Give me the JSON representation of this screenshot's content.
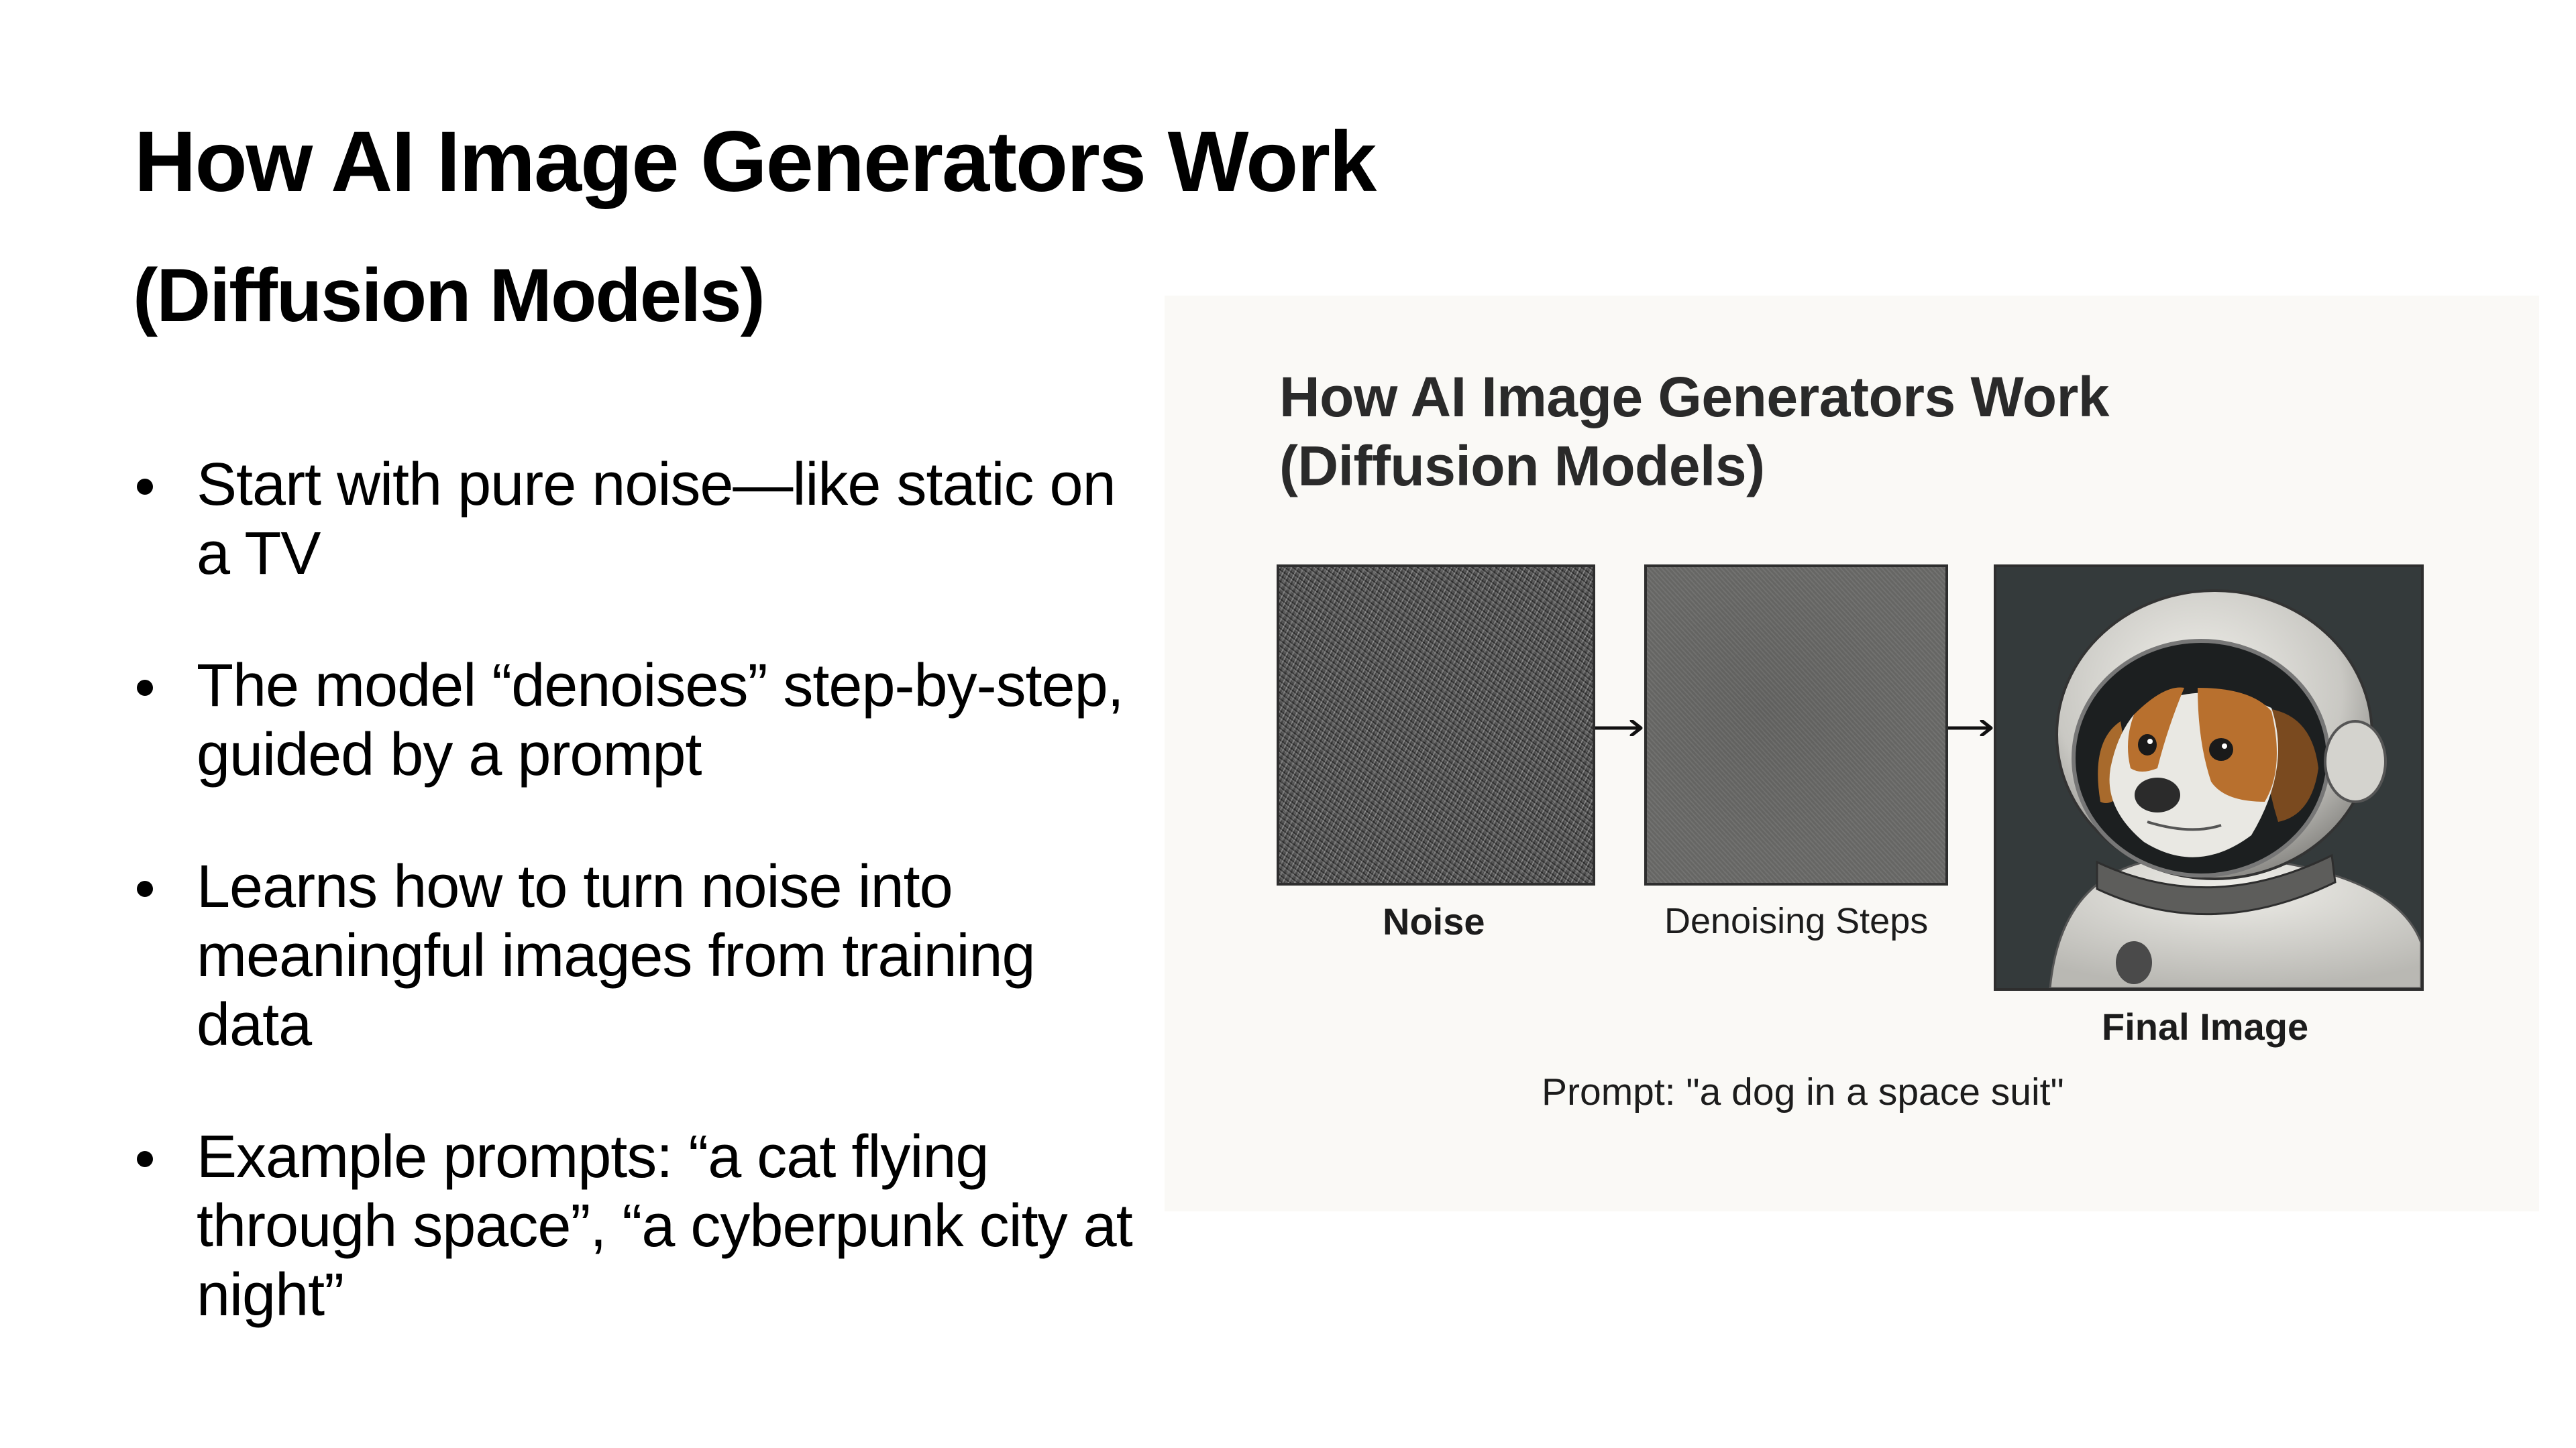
{
  "slide": {
    "title": "How AI Image Generators Work",
    "subtitle": "(Diffusion Models)",
    "bullets": [
      {
        "text": "Start with pure noise—like static on a TV"
      },
      {
        "text": "The model “denoises” step-by-step, guided by a prompt"
      },
      {
        "text": "Learns how to turn noise into meaningful images from training data"
      },
      {
        "text": "Example prompts: “a cat flying through space”, “a cyberpunk city at night”"
      }
    ]
  },
  "diagram": {
    "title_line1": "How AI Image Generators Work",
    "title_line2": "(Diffusion Models)",
    "steps": [
      {
        "label": "Noise",
        "image": "random-static-noise"
      },
      {
        "label": "Denoising Steps",
        "image": "partially-denoised-gray"
      },
      {
        "label": "Final Image",
        "image": "beagle-in-astronaut-helmet"
      }
    ],
    "arrow_icon": "right-arrow-icon",
    "prompt": "Prompt: \"a dog in a space suit\""
  },
  "colors": {
    "background": "#ffffff",
    "panel_background": "#faf9f6",
    "text": "#000000",
    "diagram_text": "#2a2a2a",
    "final_image_bg": "#343a3b",
    "dog_fur": "#b8702e"
  }
}
